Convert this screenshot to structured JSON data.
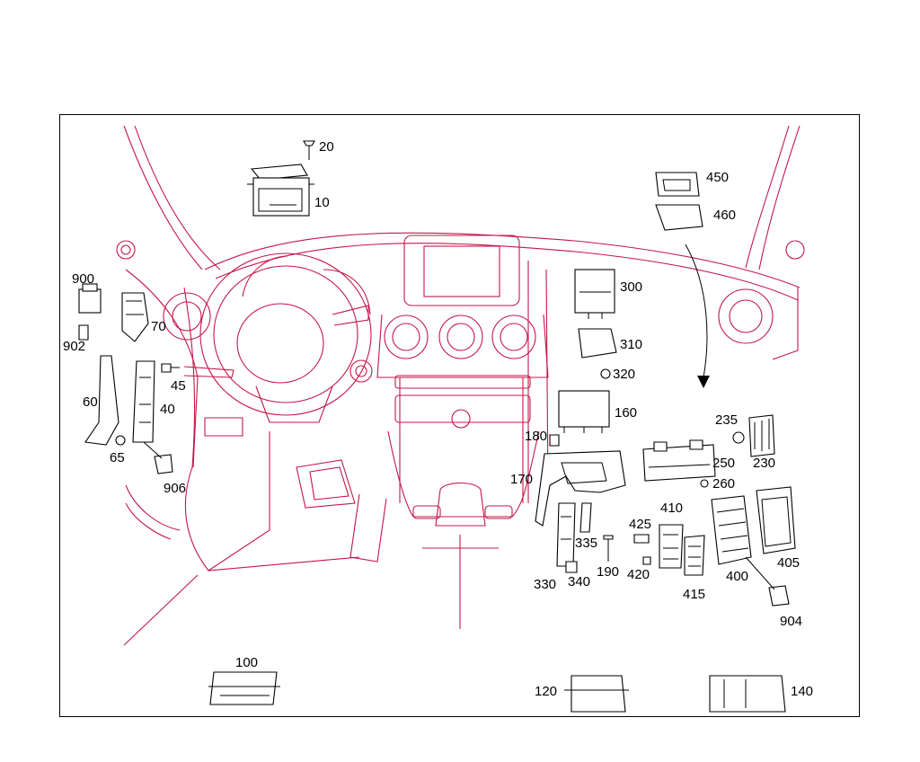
{
  "diagram": {
    "accent_color": "#c4174a",
    "labels": {
      "p20": "20",
      "p10": "10",
      "p450": "450",
      "p460": "460",
      "p900": "900",
      "p70": "70",
      "p902": "902",
      "p60": "60",
      "p45": "45",
      "p40": "40",
      "p65": "65",
      "p906": "906",
      "p300": "300",
      "p310": "310",
      "p320": "320",
      "p160": "160",
      "p180": "180",
      "p170": "170",
      "p235": "235",
      "p230": "230",
      "p250": "250",
      "p260": "260",
      "p410": "410",
      "p425": "425",
      "p335": "335",
      "p190": "190",
      "p420": "420",
      "p330": "330",
      "p340": "340",
      "p415": "415",
      "p400": "400",
      "p405": "405",
      "p904": "904",
      "p100": "100",
      "p120": "120",
      "p140": "140"
    }
  }
}
